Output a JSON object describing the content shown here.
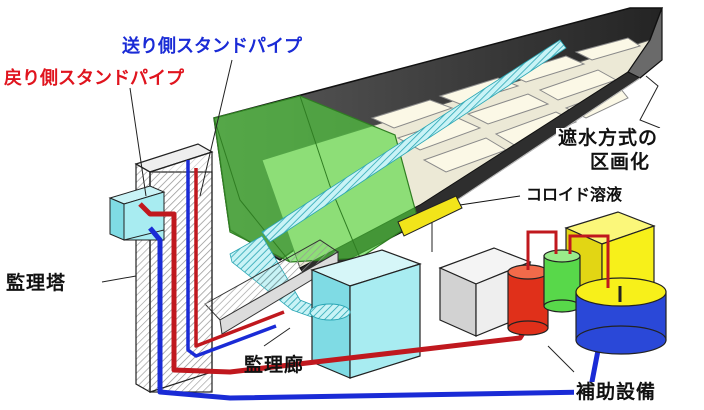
{
  "labels": {
    "send_standpipe": "送り側スタンドパイプ",
    "return_standpipe": "戻り側スタンドパイプ",
    "water_barrier_line1": "遮水方式の",
    "water_barrier_line2": "区画化",
    "colloid_solution": "コロイド溶液",
    "monitoring_tower": "監理塔",
    "monitoring_corridor": "監理廊",
    "auxiliary_equipment": "補助設備"
  },
  "colors": {
    "send_pipe": "#1a2bd6",
    "return_pipe": "#c0181e",
    "trough_dark": "#3a3a3a",
    "trough_green": "#5bdc4a",
    "tank_cyan": "#9fe8ee",
    "tank_yellow": "#f7f01a",
    "tank_blue": "#2a48d8",
    "tank_red": "#e0301a",
    "tank_green": "#58d84a",
    "colloid_yellow": "#f2e41a"
  }
}
